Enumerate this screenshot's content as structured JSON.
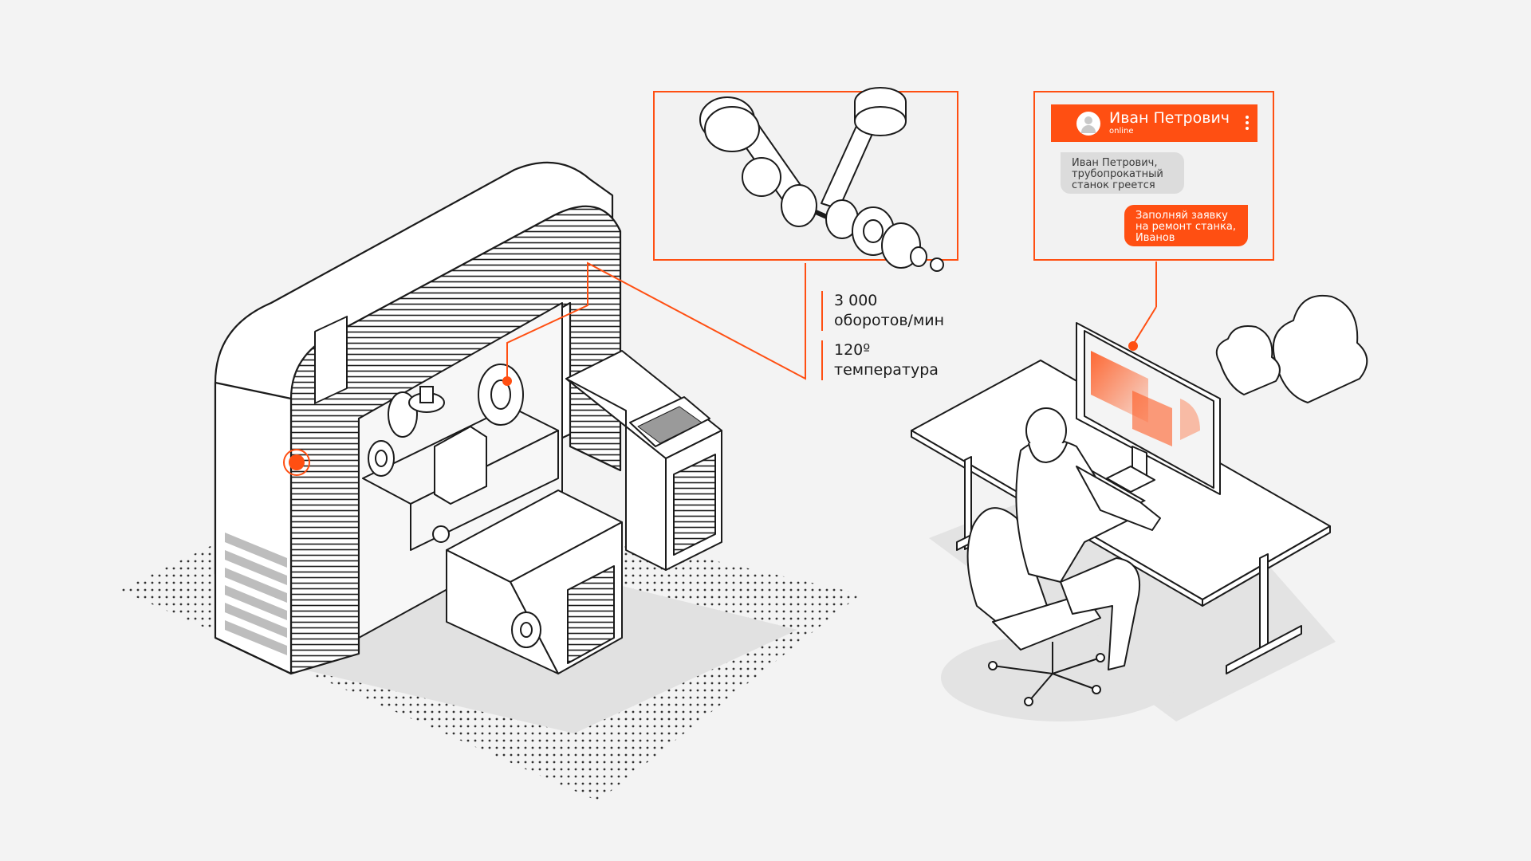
{
  "metrics": {
    "rpm_value": "3 000",
    "rpm_label": "оборотов/мин",
    "temp_value": "120º",
    "temp_label": "температура"
  },
  "chat": {
    "contact_name": "Иван Петрович",
    "contact_status": "online",
    "messages": [
      {
        "from": "contact",
        "lines": [
          "Иван Петрович,",
          "трубопрокатный",
          "станок греется"
        ]
      },
      {
        "from": "me",
        "lines": [
          "Заполняй заявку",
          "на ремонт станка,",
          "Иванов"
        ]
      }
    ]
  },
  "colors": {
    "accent": "#ff4f12",
    "background": "#f3f3f3",
    "line": "#1b1b1b",
    "shade": "#e3e3e3"
  },
  "icons": [
    "avatar-icon",
    "kebab-menu-icon",
    "cloud-icon",
    "sensor-icon"
  ]
}
